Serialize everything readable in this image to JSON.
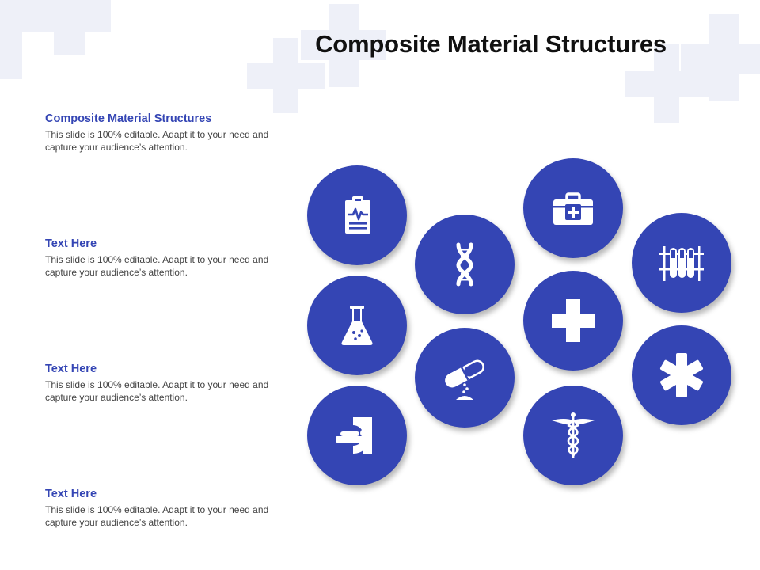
{
  "title": "Composite Material Structures",
  "colors": {
    "accent": "#3445b4",
    "heading": "#111111",
    "body_text": "#444444",
    "background_cross": "#eef0f8"
  },
  "items": [
    {
      "heading": "Composite Material Structures",
      "body": "This slide is 100% editable. Adapt it to your need and capture your audience’s attention."
    },
    {
      "heading": "Text Here",
      "body": "This slide is 100% editable. Adapt it to your need and capture your audience’s attention."
    },
    {
      "heading": "Text Here",
      "body": "This slide is 100% editable. Adapt it to your need and capture your audience’s attention."
    },
    {
      "heading": "Text Here",
      "body": "This slide is 100% editable. Adapt it to your need and capture your audience’s attention."
    }
  ],
  "icons": [
    "clipboard-heartbeat-icon",
    "dna-icon",
    "medical-kit-icon",
    "test-tubes-icon",
    "flask-icon",
    "medical-cross-icon",
    "pill-capsule-icon",
    "asterisk-icon",
    "mri-scanner-icon",
    "caduceus-icon"
  ]
}
